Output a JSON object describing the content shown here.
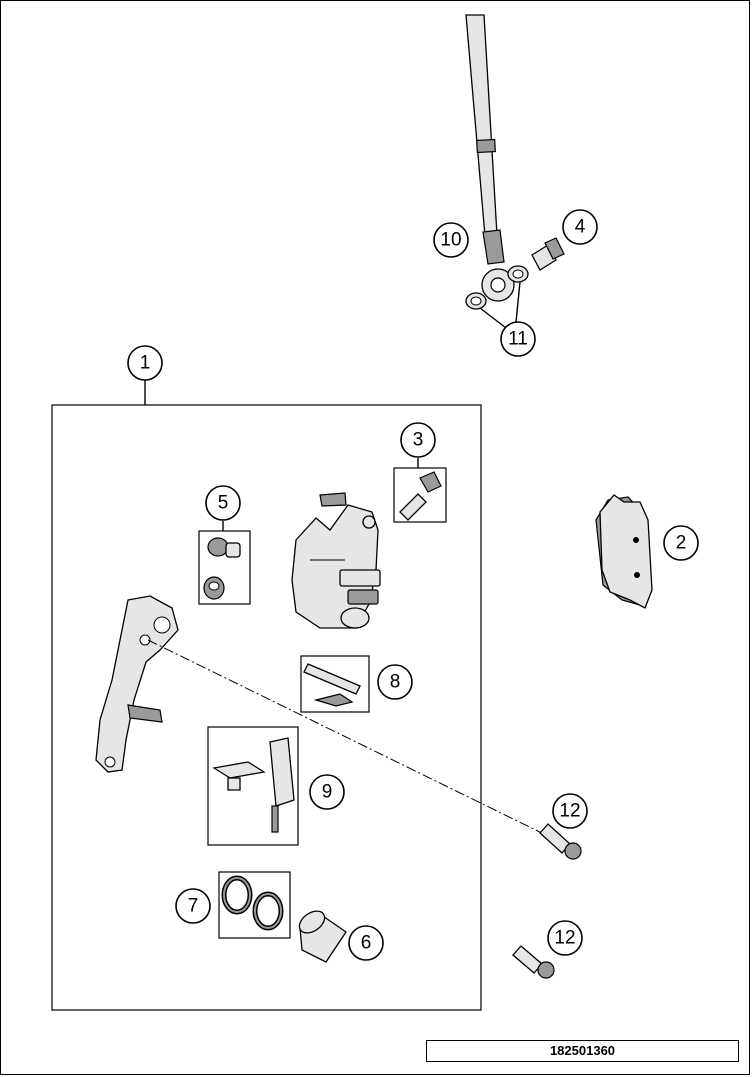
{
  "callouts": [
    "1",
    "2",
    "3",
    "4",
    "5",
    "6",
    "7",
    "8",
    "9",
    "10",
    "11",
    "12",
    "12"
  ],
  "drawing_number": "182501360"
}
